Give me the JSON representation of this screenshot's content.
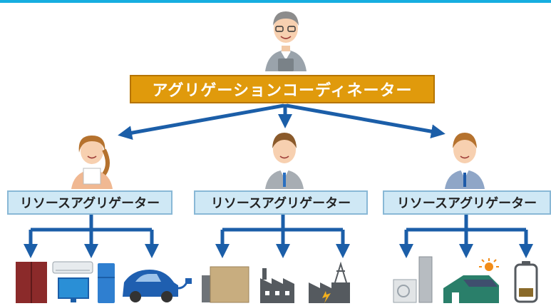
{
  "coordinator": {
    "label": "アグリゲーションコーディネーター"
  },
  "resource_aggregators": [
    {
      "label": "リソースアグリゲーター"
    },
    {
      "label": "リソースアグリゲーター"
    },
    {
      "label": "リソースアグリゲーター"
    }
  ],
  "colors": {
    "top_rule": "#17aee0",
    "coordinator_box": "#e09a0c",
    "aggregator_box": "#cfe8f5",
    "arrow": "#1b5ea8"
  },
  "icons": {
    "group_1": [
      "refrigerator-icon",
      "air-conditioner-icon",
      "tv-icon",
      "fridge-blue-icon",
      "electric-car-icon"
    ],
    "group_2": [
      "building-icon",
      "factory-icon",
      "power-plant-icon"
    ],
    "group_3": [
      "heat-pump-water-heater-icon",
      "solar-house-icon",
      "battery-icon"
    ]
  }
}
